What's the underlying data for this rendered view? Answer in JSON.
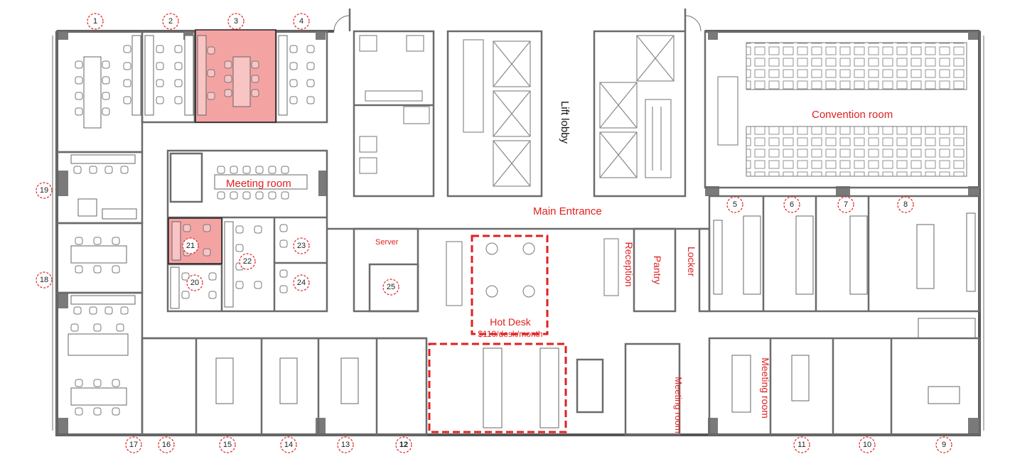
{
  "rooms": {
    "numbers": [
      "1",
      "2",
      "3",
      "4",
      "5",
      "6",
      "7",
      "8",
      "9",
      "10",
      "11",
      "12",
      "13",
      "14",
      "15",
      "16",
      "17",
      "18",
      "19",
      "20",
      "21",
      "22",
      "23",
      "24",
      "25"
    ],
    "highlighted": [
      "3",
      "21"
    ]
  },
  "labels": {
    "meeting_room_center": "Meeting room",
    "lift_lobby": "Lift lobby",
    "convention_room": "Convention room",
    "main_entrance": "Main Entrance",
    "server": "Server",
    "reception": "Reception",
    "pantry": "Pantry",
    "locker": "Locker",
    "hot_desk": "Hot Desk",
    "hot_desk_price": "$110/desk/month",
    "meeting_room_right": "Meeting room",
    "meeting_room_bottom": "Meeting room"
  },
  "colors": {
    "accent": "#e02020",
    "highlight_fill": "#f4a3a3",
    "wall": "#6b6b6b"
  }
}
